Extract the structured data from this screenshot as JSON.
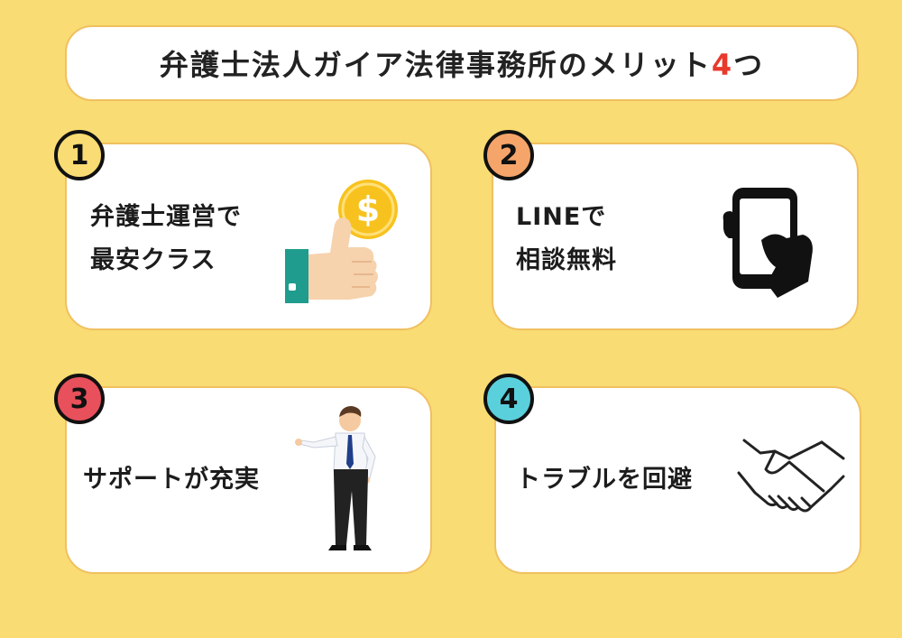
{
  "title": {
    "main": "弁護士法人ガイア法律事務所のメリット",
    "number": "4",
    "suffix": "つ"
  },
  "colors": {
    "background": "#f9dc73",
    "accent_red": "#e8392b",
    "badge_1": "#f9dc73",
    "badge_2": "#f5a56a",
    "badge_3": "#e8505b",
    "badge_4": "#5ad0dc"
  },
  "cards": [
    {
      "number": "1",
      "line1": "弁護士運営で",
      "line2": "最安クラス",
      "icon": "thumbs-up-coin-icon"
    },
    {
      "number": "2",
      "line1": "LINEで",
      "line2": "相談無料",
      "icon": "smartphone-hand-icon"
    },
    {
      "number": "3",
      "line1": "サポートが充実",
      "line2": "",
      "icon": "businessman-presenting-icon"
    },
    {
      "number": "4",
      "line1": "トラブルを回避",
      "line2": "",
      "icon": "handshake-icon"
    }
  ]
}
